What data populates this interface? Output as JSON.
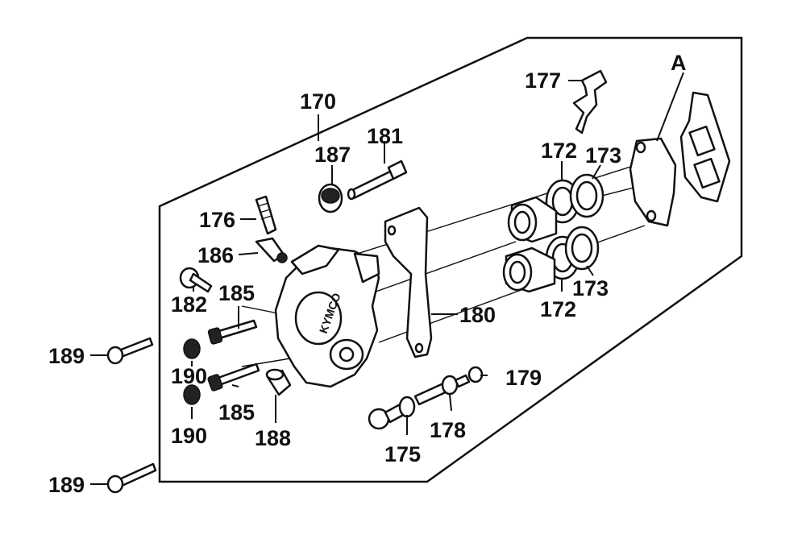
{
  "labels": {
    "p170": "170",
    "p181": "181",
    "p187": "187",
    "p177": "177",
    "pA": "A",
    "p176": "176",
    "p186": "186",
    "p172a": "172",
    "p173a": "173",
    "p182": "182",
    "p185a": "185",
    "p180": "180",
    "p173b": "173",
    "p172b": "172",
    "p189a": "189",
    "p190a": "190",
    "p179": "179",
    "p185b": "185",
    "p178": "178",
    "p190b": "190",
    "p188": "188",
    "p175": "175",
    "p189b": "189"
  },
  "brand_mark": "KYMCO"
}
